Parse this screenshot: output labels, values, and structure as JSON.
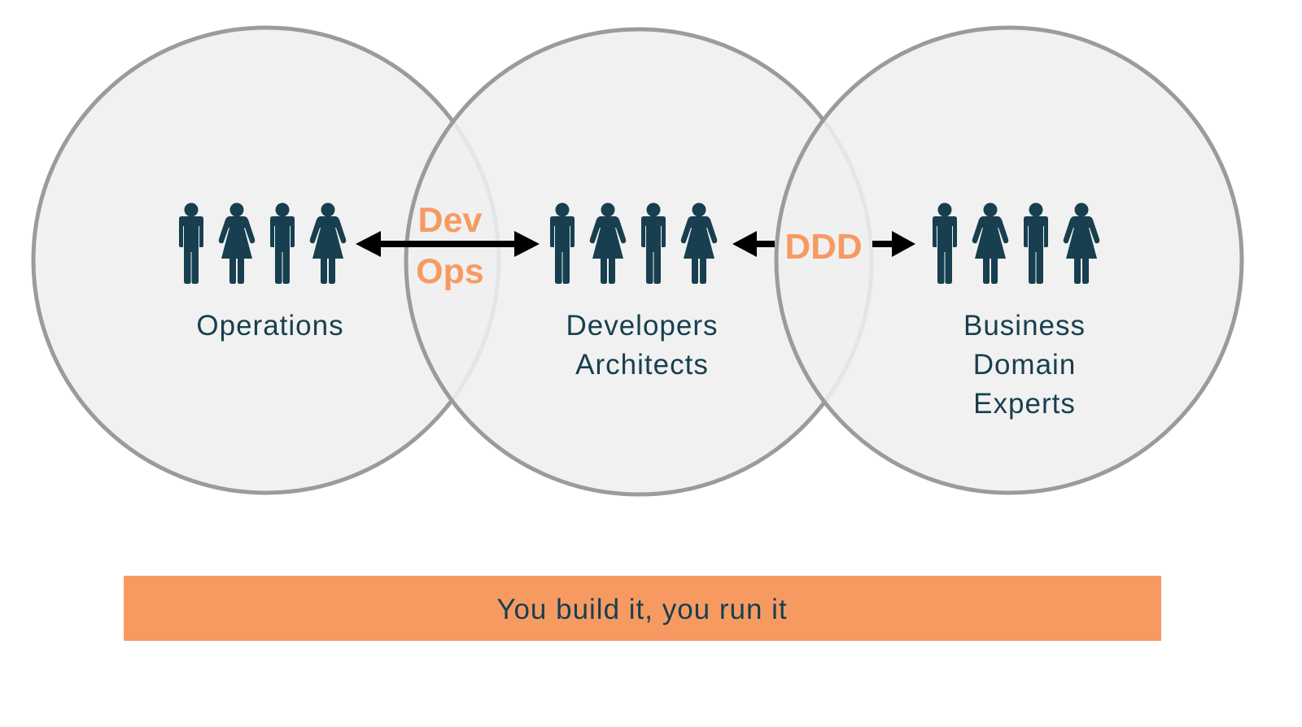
{
  "groups": {
    "operations": {
      "lines": [
        "Operations"
      ]
    },
    "developers": {
      "lines": [
        "Developers",
        "Architects"
      ]
    },
    "business": {
      "lines": [
        "Business",
        "Domain",
        "Experts"
      ]
    }
  },
  "overlaps": {
    "devops": {
      "line1": "Dev",
      "line2": "Ops"
    },
    "ddd": {
      "text": "DDD"
    }
  },
  "banner": {
    "text": "You build it, you run it"
  },
  "colors": {
    "people": "#173f4f",
    "accent": "#f79a62",
    "circle_fill": "#efefef",
    "circle_stroke": "#9b9b9b",
    "arrow": "#000000"
  },
  "icons": {
    "person": [
      "man-icon",
      "woman-icon",
      "man-icon",
      "woman-icon"
    ],
    "arrow": "double-arrow-icon"
  }
}
